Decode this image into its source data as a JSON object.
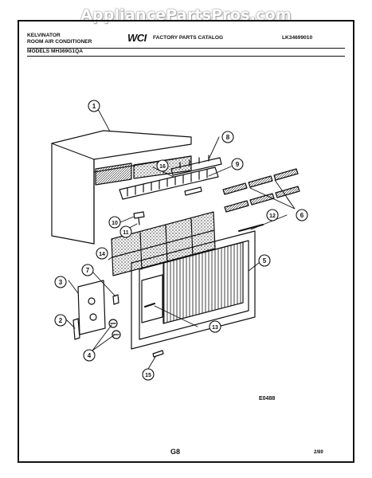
{
  "watermark": "AppliancePartsPros.com",
  "header": {
    "brand": "KELVINATOR",
    "product": "ROOM AIR CONDITIONER",
    "logo": "WCI",
    "catalog_title": "FACTORY PARTS CATALOG",
    "catalog_number": "LK34699010",
    "models": "MODELS MH369G1QA"
  },
  "callouts": [
    "1",
    "2",
    "3",
    "4",
    "5",
    "6",
    "7",
    "8",
    "9",
    "10",
    "11",
    "12",
    "13",
    "14",
    "15",
    "16"
  ],
  "drawing_code": "E0488",
  "page_code": "G8",
  "date": "2/89"
}
